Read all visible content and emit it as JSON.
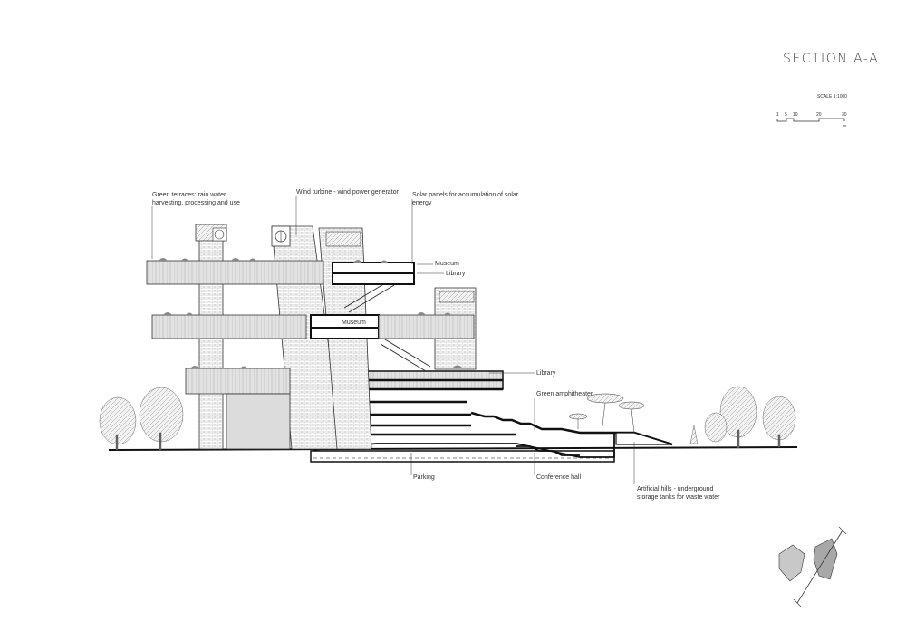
{
  "title": "SECTION A-A",
  "scale": "SCALE 1:1000",
  "scale_ticks": [
    "1",
    "5",
    "10",
    "20",
    "30"
  ],
  "scale_unit": "m",
  "annotations": {
    "green_terraces": "Green terraces: rain water harvesting, processing and use",
    "wind_turbine": "Wind turbine - wind power generator",
    "solar_panels": "Solar panels for accumulation of solar energy",
    "museum_top": "Museum",
    "library_top": "Library",
    "museum_mid": "Museum",
    "library_low": "Library",
    "green_amphitheater": "Green amphitheater",
    "parking": "Parking",
    "conference_hall": "Conference hall",
    "artificial_hills": "Artificial hills - underground storage tanks for waste water"
  },
  "colors": {
    "line": "#222222",
    "hatch": "#9a9a9a",
    "glass": "#c8c8c8",
    "tree": "#555555"
  }
}
